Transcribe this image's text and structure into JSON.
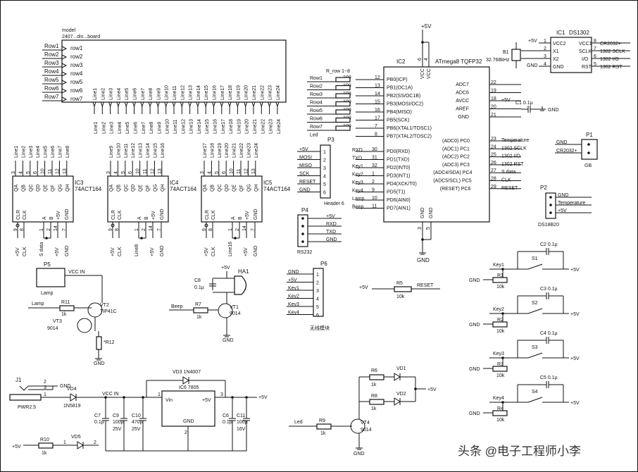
{
  "board": {
    "label_1": "model",
    "label_2": "2407...dis...board",
    "rows": [
      "Row1",
      "Row2",
      "Row3",
      "Row4",
      "Row5",
      "Row6",
      "Row7"
    ],
    "row_pins": [
      "row1",
      "row2",
      "row3",
      "row4",
      "row5",
      "row6",
      "row7"
    ],
    "lines_top": [
      "Line1",
      "Line2",
      "Line3",
      "Line4",
      "Line5",
      "Line6",
      "Line7",
      "Line8",
      "Line9",
      "Line10",
      "Line11",
      "Line12",
      "Line13",
      "Line14",
      "Line15",
      "Line16",
      "Line17",
      "Line18",
      "Line19",
      "Line20",
      "Line21",
      "Line22",
      "Line23",
      "Line24"
    ]
  },
  "shift_regs": [
    {
      "ref": "IC3",
      "part": "74ACT164",
      "lines": [
        "Line1",
        "Line2",
        "Line3",
        "Line4",
        "Line5",
        "Line6",
        "Line7",
        "Line8"
      ],
      "bottom": [
        "+5V",
        "CLK",
        "S data",
        "+5V",
        "GND"
      ]
    },
    {
      "ref": "IC4",
      "part": "74ACT164",
      "lines": [
        "Line9",
        "Line10",
        "Line11",
        "Line12",
        "Line13",
        "Line14",
        "Line15",
        "Line16"
      ],
      "bottom": [
        "+5V",
        "CLK",
        "Line8",
        "+5V",
        "GND"
      ]
    },
    {
      "ref": "IC5",
      "part": "74ACT164",
      "lines": [
        "Line17",
        "Line18",
        "Line19",
        "Line20",
        "Line21",
        "Line22",
        "Line23",
        "Line24"
      ],
      "bottom": [
        "+5V",
        "CLK",
        "Line16",
        "+5V",
        "GND"
      ]
    }
  ],
  "sr_pins": {
    "outputs": [
      "QA",
      "QB",
      "QC",
      "QD",
      "QE",
      "QF",
      "QG",
      "QH"
    ],
    "out_nums": [
      "3",
      "4",
      "5",
      "6",
      "10",
      "11",
      "12",
      "13"
    ],
    "inputs": [
      "CLR",
      "CLK",
      "A",
      "B",
      "+5V",
      "GND"
    ],
    "in_nums": [
      "9",
      "8",
      "1",
      "2",
      "14",
      "7"
    ]
  },
  "mcu": {
    "ref": "IC2",
    "part": "ATmega8 TQFP32",
    "left_pins": [
      "PB0(ICP)",
      "PB1(OC1A)",
      "PB2(SS/OC1B)",
      "PB3(MOSI/OC2)",
      "PB4(MISO)",
      "PB5(SCK)",
      "PB6(XTAL1/TOSC1)",
      "PB7(XTAL2/TOSC2)",
      "PD0(RXD)",
      "PD1(TXD)",
      "PD2(INT0)",
      "PD3(INT1)",
      "PD4(XCK/T0)",
      "PD5(T1)",
      "PD6(AIN0)",
      "PD7(AIN1)"
    ],
    "left_nums": [
      "12",
      "13",
      "14",
      "15",
      "16",
      "17",
      "7",
      "8",
      "30",
      "31",
      "32",
      "1",
      "2",
      "9",
      "10",
      "11"
    ],
    "left_nets": [
      "Row1",
      "Row2",
      "Row3",
      "Row4",
      "Row5",
      "Row6",
      "Row7",
      "Led",
      "RXD",
      "TXD",
      "Key1",
      "Key2",
      "Key3",
      "Key4",
      "Lamp",
      "Beep"
    ],
    "right_pins": [
      "ADC7",
      "ADC6",
      "AVCC",
      "AREF",
      "GND",
      "(ADC0) PC0",
      "(ADC1) PC1",
      "(ADC2) PC2",
      "(ADC3) PC3",
      "(ADC4/SDA) PC4",
      "(ADC5/SCL) PC5",
      "(RESET) PC6"
    ],
    "right_nums": [
      "22",
      "19",
      "18",
      "20",
      "21",
      "23",
      "24",
      "25",
      "26",
      "27",
      "28",
      "29"
    ],
    "right_nets": [
      "",
      "",
      "+5V",
      "",
      "",
      "Temperature",
      "1302 SCLK",
      "1302 I/O",
      "1302 RST",
      "S data",
      "CLK",
      "RESET"
    ],
    "top_pins": [
      "VCC",
      "VCC"
    ],
    "top_nums": [
      "6",
      "4"
    ],
    "bottom_pins": [
      "GND",
      "GND"
    ],
    "bottom_nums": [
      "3",
      "5"
    ],
    "r_label": "R_row 1~8",
    "r_value": "100",
    "vcc": "+5V",
    "gnd": "GND"
  },
  "rtc": {
    "ref": "IC1",
    "part": "DS1302",
    "pins_left": [
      "VCC2",
      "X1",
      "X2",
      "GND"
    ],
    "nums_left": [
      "1",
      "2",
      "3",
      "4"
    ],
    "pins_right": [
      "VCC1",
      "SCLK",
      "I/O",
      "RST"
    ],
    "nums_right": [
      "8",
      "7",
      "6",
      "5"
    ],
    "nets_right": [
      "CR2032+",
      "1302 SCLK",
      "1302 I/O",
      "1302 RST"
    ],
    "vcc": "+5V",
    "gnd": "GND",
    "xtal": "B1",
    "xtal_val": "32.768kHz"
  },
  "aref_cap": {
    "ref": "C1",
    "val": "0.1µ",
    "gnd": "GND"
  },
  "p1": {
    "ref": "P1",
    "nets": [
      "GND",
      "CR2032+"
    ],
    "label": "GB"
  },
  "p2": {
    "ref": "P2",
    "nets": [
      "GND",
      "Temperature",
      "+5V"
    ],
    "label": "DS18B20"
  },
  "p3": {
    "ref": "P3",
    "nets": [
      "+5V",
      "MOSI",
      "MISO",
      "SCK",
      "RESET",
      "GND"
    ],
    "label": "Header 6"
  },
  "p4": {
    "ref": "P4",
    "nets": [
      "+5V",
      "RXD",
      "TXD",
      "GND"
    ],
    "label": "RS232"
  },
  "p5": {
    "ref": "P5",
    "label": "Lamp",
    "vcc": "VCC IN"
  },
  "p6": {
    "ref": "P6",
    "nets": [
      "GND",
      "+5V",
      "Key1",
      "Key2",
      "Key3",
      "Key4"
    ],
    "label": "无线模块"
  },
  "lamp_drive": {
    "input": "Lamp",
    "r11": "R11",
    "r11v": "1k",
    "vt2": "VT2",
    "vt2p": "TIP41C",
    "vt3": "VT3",
    "vt3p": "9014",
    "r12": "*R12",
    "gnd": "GND"
  },
  "buzzer": {
    "ref": "HA1",
    "c8": "C8",
    "c8v": "0.1µ",
    "vcc": "+5V",
    "input": "Beep",
    "r7": "R7",
    "r7v": "1k",
    "vt1": "VT1",
    "vt1p": "9014",
    "gnd": "GND"
  },
  "reset": {
    "vcc": "+5V",
    "r5": "R5",
    "r5v": "10k",
    "net": "RESET"
  },
  "keys": [
    {
      "net": "Key1",
      "c": "C2",
      "cv": "0.1µ",
      "s": "S1",
      "r": "R1",
      "rv": "10k",
      "gnd": "GND",
      "vcc": "+5V"
    },
    {
      "net": "Key2",
      "c": "C3",
      "cv": "0.1µ",
      "s": "S2",
      "r": "R2",
      "rv": "10k",
      "gnd": "GND",
      "vcc": "+5V"
    },
    {
      "net": "Key3",
      "c": "C4",
      "cv": "0.1µ",
      "s": "S3",
      "r": "R3",
      "rv": "10k",
      "gnd": "GND",
      "vcc": "+5V"
    },
    {
      "net": "Key4",
      "c": "C5",
      "cv": "0.1µ",
      "s": "S4",
      "r": "R4",
      "rv": "10k",
      "gnd": "GND",
      "vcc": "+5V"
    }
  ],
  "power": {
    "j1": "J1",
    "jack": "PWR2.5",
    "gnd": "GND",
    "pin1": "1",
    "pin2": "2",
    "pin3": "3",
    "vd4": "VD4",
    "vd4p": "1N5819",
    "vccin": "VCC IN",
    "vd3": "VD3 1N4007",
    "reg": "IC6 7805",
    "vin": "Vin",
    "vout": "+5V",
    "rgnd": "GND",
    "rpin1": "1",
    "rpin2": "2",
    "rpin3": "3",
    "out": "+5V",
    "c7": "C7",
    "c7v": "0.1µ",
    "c9": "C9",
    "c9v": "100µ",
    "c9u": "25V",
    "c10": "C10",
    "c10v": "470µ",
    "c10u": "25V",
    "c6": "C6",
    "c6v": "0.1µ",
    "c11": "C11",
    "c11v": "100µ",
    "c11u": "16V",
    "r10": "R10",
    "r10v": "1k",
    "vd5": "VD5",
    "pwr_in": "+5V",
    "vd5p1": "1",
    "vd5p2": "2"
  },
  "led_drive": {
    "input": "Led",
    "r9": "R9",
    "r9v": "1k",
    "vt4": "VT4",
    "vt4p": "9014",
    "r6": "R6",
    "r6v": "1k",
    "r8": "R8",
    "r8v": "1k",
    "vd1": "VD1",
    "vd2": "VD2",
    "vcc": "+5V",
    "gnd": "GND"
  },
  "watermark": "头条 @电子工程师小李"
}
